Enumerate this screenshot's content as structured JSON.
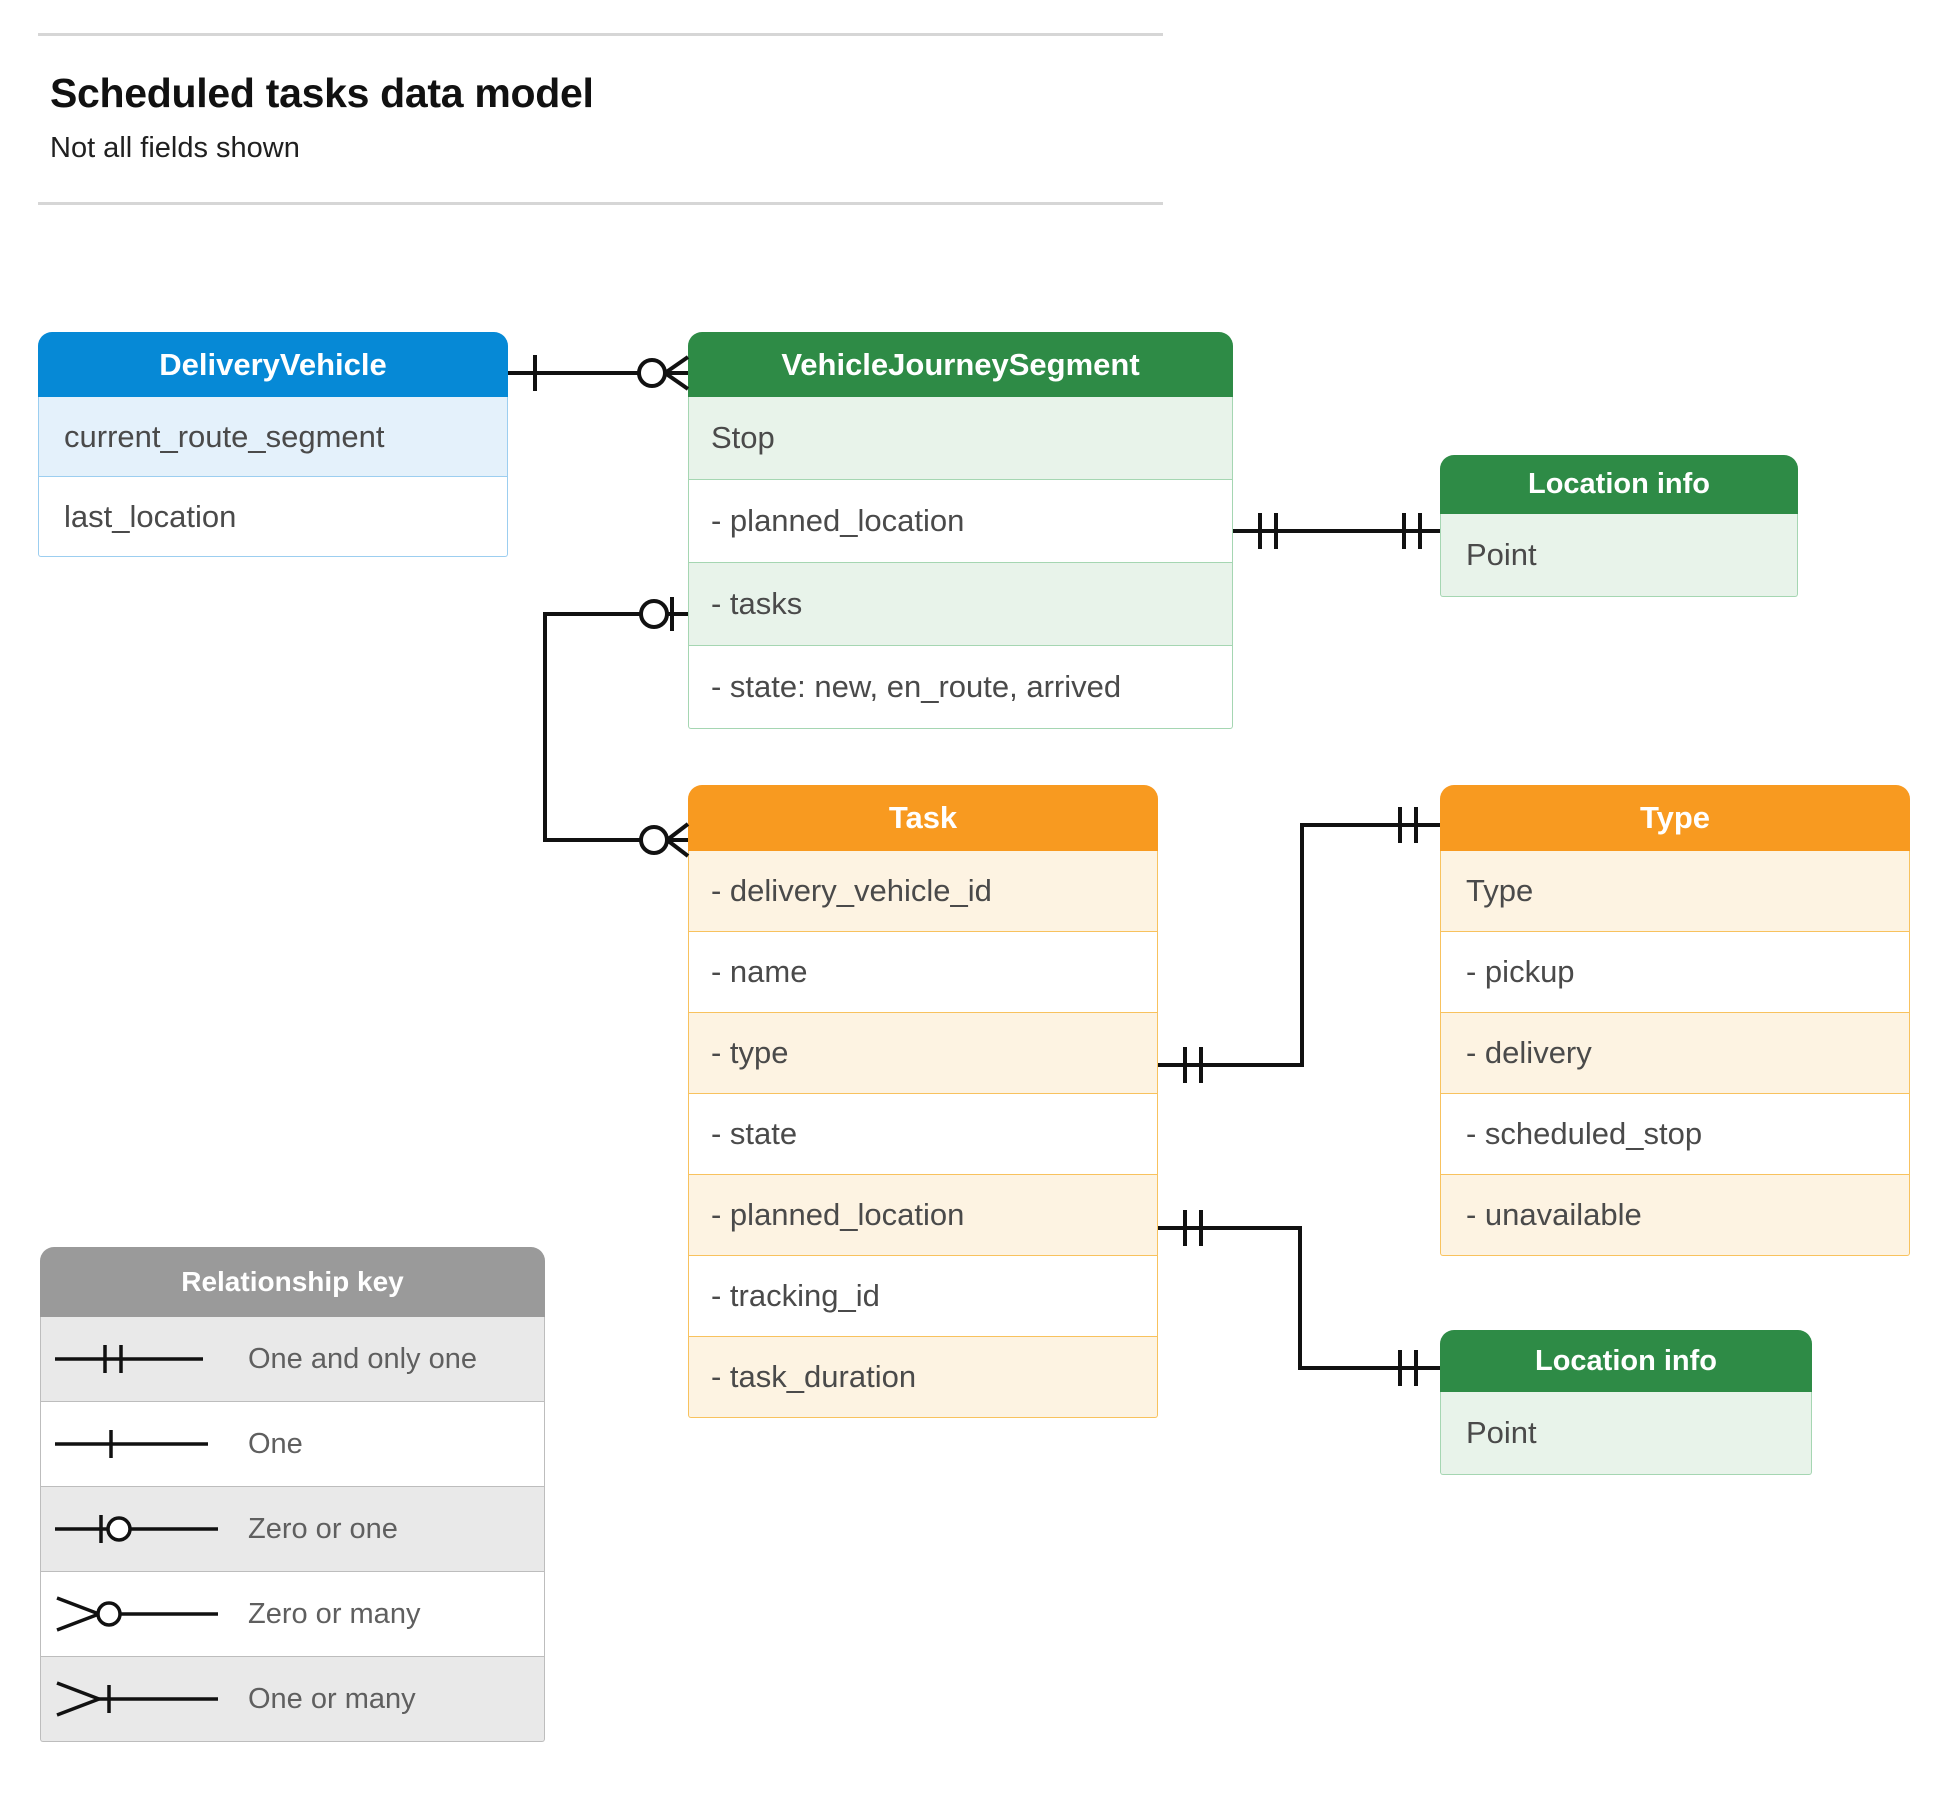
{
  "header": {
    "title": "Scheduled tasks data model",
    "subtitle": "Not all fields shown"
  },
  "entities": {
    "delivery_vehicle": {
      "title": "DeliveryVehicle",
      "color": "#0689d6",
      "rows": [
        "current_route_segment",
        "last_location"
      ]
    },
    "vehicle_journey_segment": {
      "title": "VehicleJourneySegment",
      "color": "#2e8b46",
      "rows": [
        "Stop",
        "-  planned_location",
        "- tasks",
        "- state: new, en_route, arrived"
      ]
    },
    "location_info_top": {
      "title": "Location info",
      "color": "#2e8b46",
      "rows": [
        "Point"
      ]
    },
    "task": {
      "title": "Task",
      "color": "#f89a20",
      "rows": [
        "- delivery_vehicle_id",
        "- name",
        "- type",
        "- state",
        "- planned_location",
        "- tracking_id",
        "- task_duration"
      ]
    },
    "type": {
      "title": "Type",
      "color": "#f89a20",
      "rows": [
        "Type",
        "-   pickup",
        "-   delivery",
        "-   scheduled_stop",
        "-   unavailable"
      ]
    },
    "location_info_bottom": {
      "title": "Location info",
      "color": "#2e8b46",
      "rows": [
        "Point"
      ]
    }
  },
  "legend": {
    "title": "Relationship key",
    "color": "#9a9a9a",
    "items": [
      {
        "symbol": "one-and-only-one",
        "label": "One and only one"
      },
      {
        "symbol": "one",
        "label": "One"
      },
      {
        "symbol": "zero-or-one",
        "label": "Zero or one"
      },
      {
        "symbol": "zero-or-many",
        "label": "Zero or many"
      },
      {
        "symbol": "one-or-many",
        "label": "One or many"
      }
    ]
  },
  "relationships": [
    {
      "from": "delivery_vehicle",
      "from_cardinality": "one",
      "to": "vehicle_journey_segment",
      "to_cardinality": "zero-or-many"
    },
    {
      "from": "vehicle_journey_segment.planned_location",
      "from_cardinality": "one-and-only-one",
      "to": "location_info_top",
      "to_cardinality": "one-and-only-one"
    },
    {
      "from": "vehicle_journey_segment.tasks",
      "from_cardinality": "zero-or-one",
      "to": "task",
      "to_cardinality": "zero-or-many"
    },
    {
      "from": "task.type",
      "from_cardinality": "one-and-only-one",
      "to": "type",
      "to_cardinality": "one-and-only-one"
    },
    {
      "from": "task.planned_location",
      "from_cardinality": "one-and-only-one",
      "to": "location_info_bottom",
      "to_cardinality": "one-and-only-one"
    }
  ]
}
